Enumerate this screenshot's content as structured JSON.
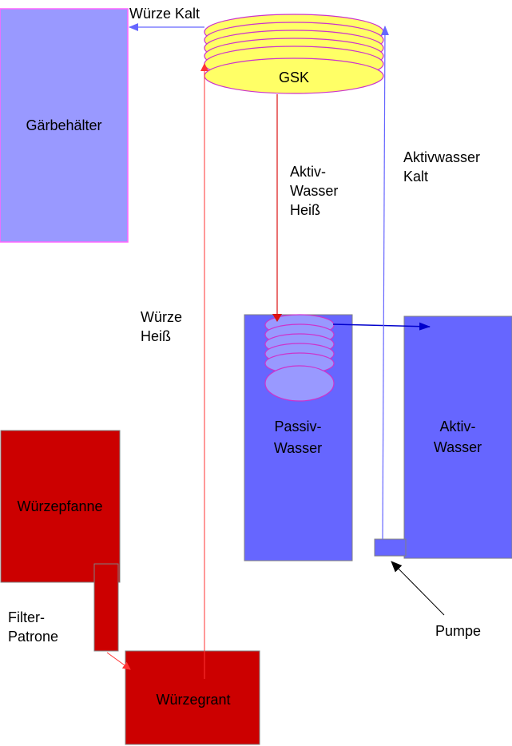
{
  "title": "Brauanlage Kühlkreislauf",
  "colors": {
    "gaerbehaelter_fill": "#9999ff",
    "gaerbehaelter_stroke": "#ff66ff",
    "gsk_fill": "#ffff66",
    "coil_stroke": "#cc33cc",
    "water_fill": "#6666ff",
    "water_stroke": "#808080",
    "passive_coil_fill": "#9999ff",
    "red_vessel": "#cc0000",
    "arrow_red": "#ff3333",
    "arrow_blue_light": "#6666ff",
    "arrow_blue_dark": "#0000cc",
    "arrow_black": "#000000"
  },
  "components": {
    "gaerbehaelter": "Gärbehälter",
    "gsk": "GSK",
    "passiv_wasser": [
      "Passiv-",
      "Wasser"
    ],
    "aktiv_wasser": [
      "Aktiv-",
      "Wasser"
    ],
    "wuerzepfanne": "Würzepfanne",
    "wuerzegrant": "Würzegrant"
  },
  "labels": {
    "wuerze_kalt": "Würze Kalt",
    "aktiv_wasser_heiss": [
      "Aktiv-",
      "Wasser",
      "Heiß"
    ],
    "aktivwasser_kalt": [
      "Aktivwasser",
      "Kalt"
    ],
    "wuerze_heiss": [
      "Würze",
      "Heiß"
    ],
    "filter_patrone": [
      "Filter-",
      "Patrone"
    ],
    "pumpe": "Pumpe"
  }
}
